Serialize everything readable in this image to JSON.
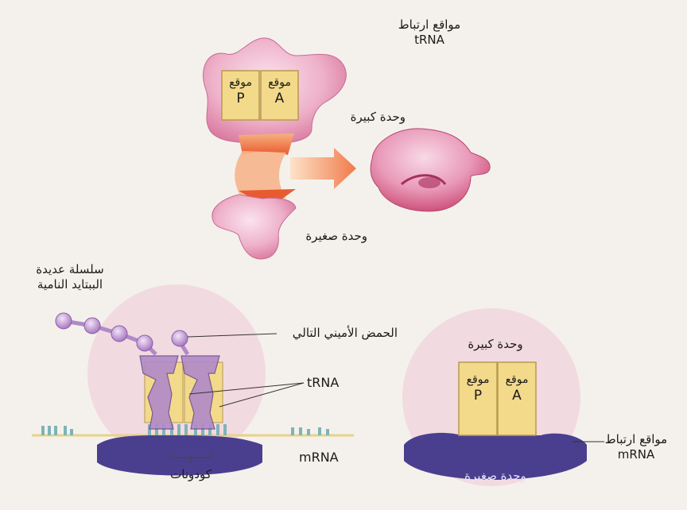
{
  "top_diagram": {
    "trna_binding_sites_label": "مواقع ارتباط",
    "trna_binding_sites_label_2": "tRNA",
    "p_site": {
      "label": "موقع",
      "letter": "P"
    },
    "a_site": {
      "label": "موقع",
      "letter": "A"
    },
    "large_subunit_label": "وحدة كبيرة",
    "small_subunit_label": "وحدة صغيرة"
  },
  "bottom_left": {
    "polypeptide_label_line1": "سلسلة عديدة",
    "polypeptide_label_line2": "الببتايد النامية",
    "next_amino_acid_label": "الحمض الأميني التالي",
    "trna_label": "tRNA",
    "mrna_label": "mRNA",
    "codons_label": "كودونات"
  },
  "bottom_right": {
    "large_subunit_label": "وحدة كبيرة",
    "p_site": {
      "label": "موقع",
      "letter": "P"
    },
    "a_site": {
      "label": "موقع",
      "letter": "A"
    },
    "mrna_binding_site_label": "مواقع ارتباط",
    "mrna_binding_site_label_2": "mRNA",
    "small_subunit_label": "وحدة صغيرة"
  },
  "colors": {
    "ribosome_pink": "#e8a0bd",
    "site_yellow": "#f3d98a",
    "trna_purple": "#b08ac8",
    "mrna_blue": "#4a3f8f",
    "arrow_orange": "#f07a4a"
  }
}
